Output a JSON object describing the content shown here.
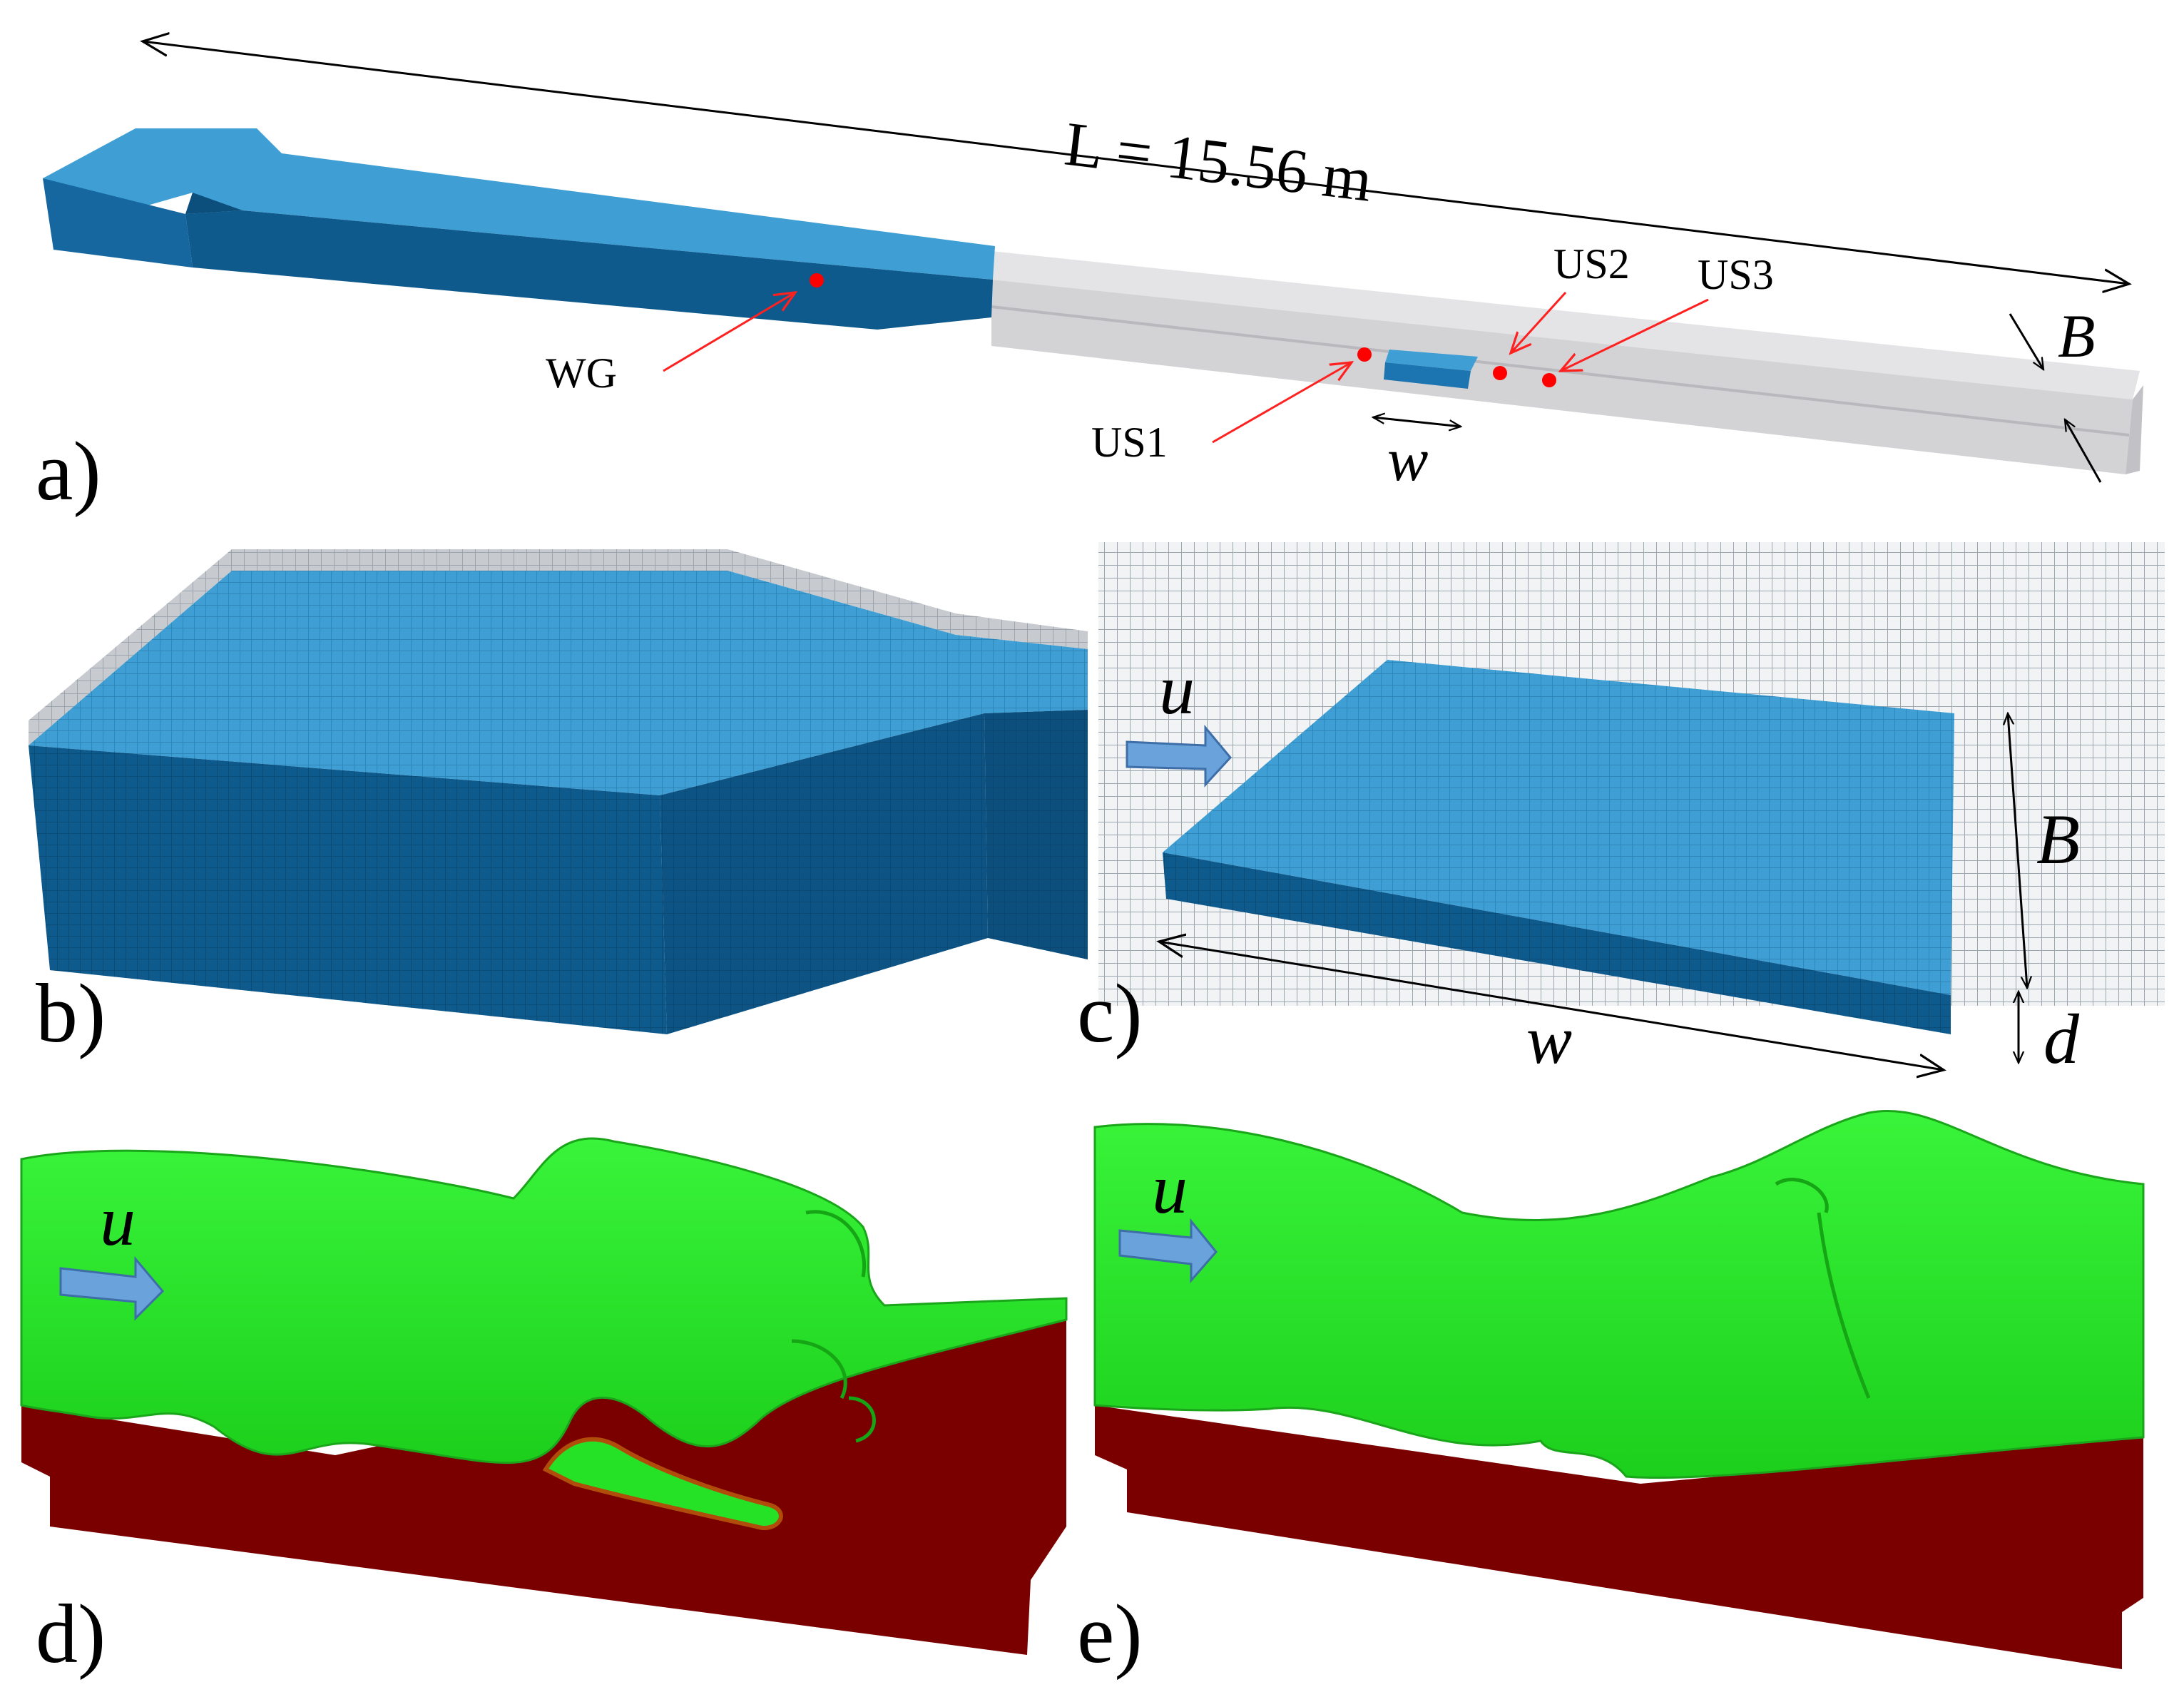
{
  "panels": {
    "a": "a)",
    "b": "b)",
    "c": "c)",
    "d": "d)",
    "e": "e)"
  },
  "dimensions": {
    "length": "L = 15.56 m",
    "width_symbol": "B",
    "block_length_symbol": "w",
    "block_height_symbol": "d",
    "velocity_symbol": "u"
  },
  "probes": [
    "WG",
    "US1",
    "US2",
    "US3"
  ],
  "colors": {
    "water_top": "#3a9bd0",
    "water_side": "#0d5b8f",
    "water_dark": "#0a4d7a",
    "channel_empty": "#d9d9dc",
    "probe_marker": "#ff0000",
    "arrow_blue": "#6aa3dc",
    "free_surface": "#22dd22",
    "liquid_phase": "#7a0000"
  },
  "icons": {
    "flow_arrow": "blue-right-arrow-icon",
    "probe": "red-dot-icon"
  }
}
